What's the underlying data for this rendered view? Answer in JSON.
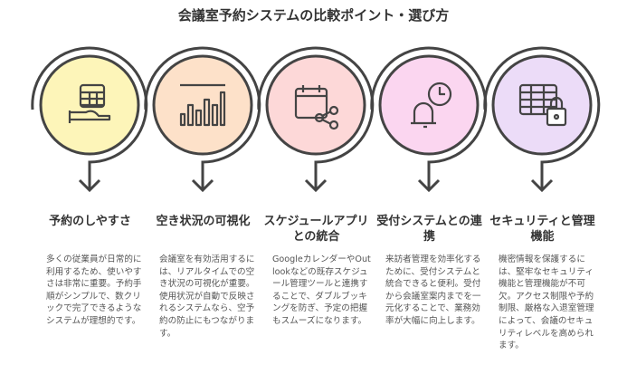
{
  "title": "会議室予約システムの比較ポイント・選び方",
  "steps": [
    {
      "heading": "予約のしやすさ",
      "body": "多くの従業員が日常的に利用するため、使いやすさは非常に重要。予約手順がシンプルで、数クリックで完了できるようなシステムが理想的です。",
      "icon": "calendar-hand-icon",
      "color": "#fdf5b9"
    },
    {
      "heading": "空き状況の可視化",
      "body": "会議室を有効活用するには、リアルタイムでの空き状況の可視化が重要。使用状況が自動で反映されるシステムなら、空予約の防止にもつながります。",
      "icon": "bar-chart-icon",
      "color": "#fde1c9"
    },
    {
      "heading": "スケジュールアプリとの統合",
      "body": "GoogleカレンダーやOutlookなどの既存スケジュール管理ツールと連携することで、ダブルブッキングを防ぎ、予定の把握もスムーズになります。",
      "icon": "calendar-share-icon",
      "color": "#fdd8d8"
    },
    {
      "heading": "受付システムとの連携",
      "body": "来訪者管理を効率化するために、受付システムと統合できると便利。受付から会議室案内までを一元化することで、業務効率が大幅に向上します。",
      "icon": "bell-clock-icon",
      "color": "#fbd6f0"
    },
    {
      "heading": "セキュリティと管理機能",
      "body": "機密情報を保護するには、堅牢なセキュリティ機能と管理機能が不可欠。アクセス制限や予約制限、厳格な入退室管理によって、会議のセキュリティレベルを高められます。",
      "icon": "table-lock-icon",
      "color": "#ecdcf8"
    }
  ]
}
